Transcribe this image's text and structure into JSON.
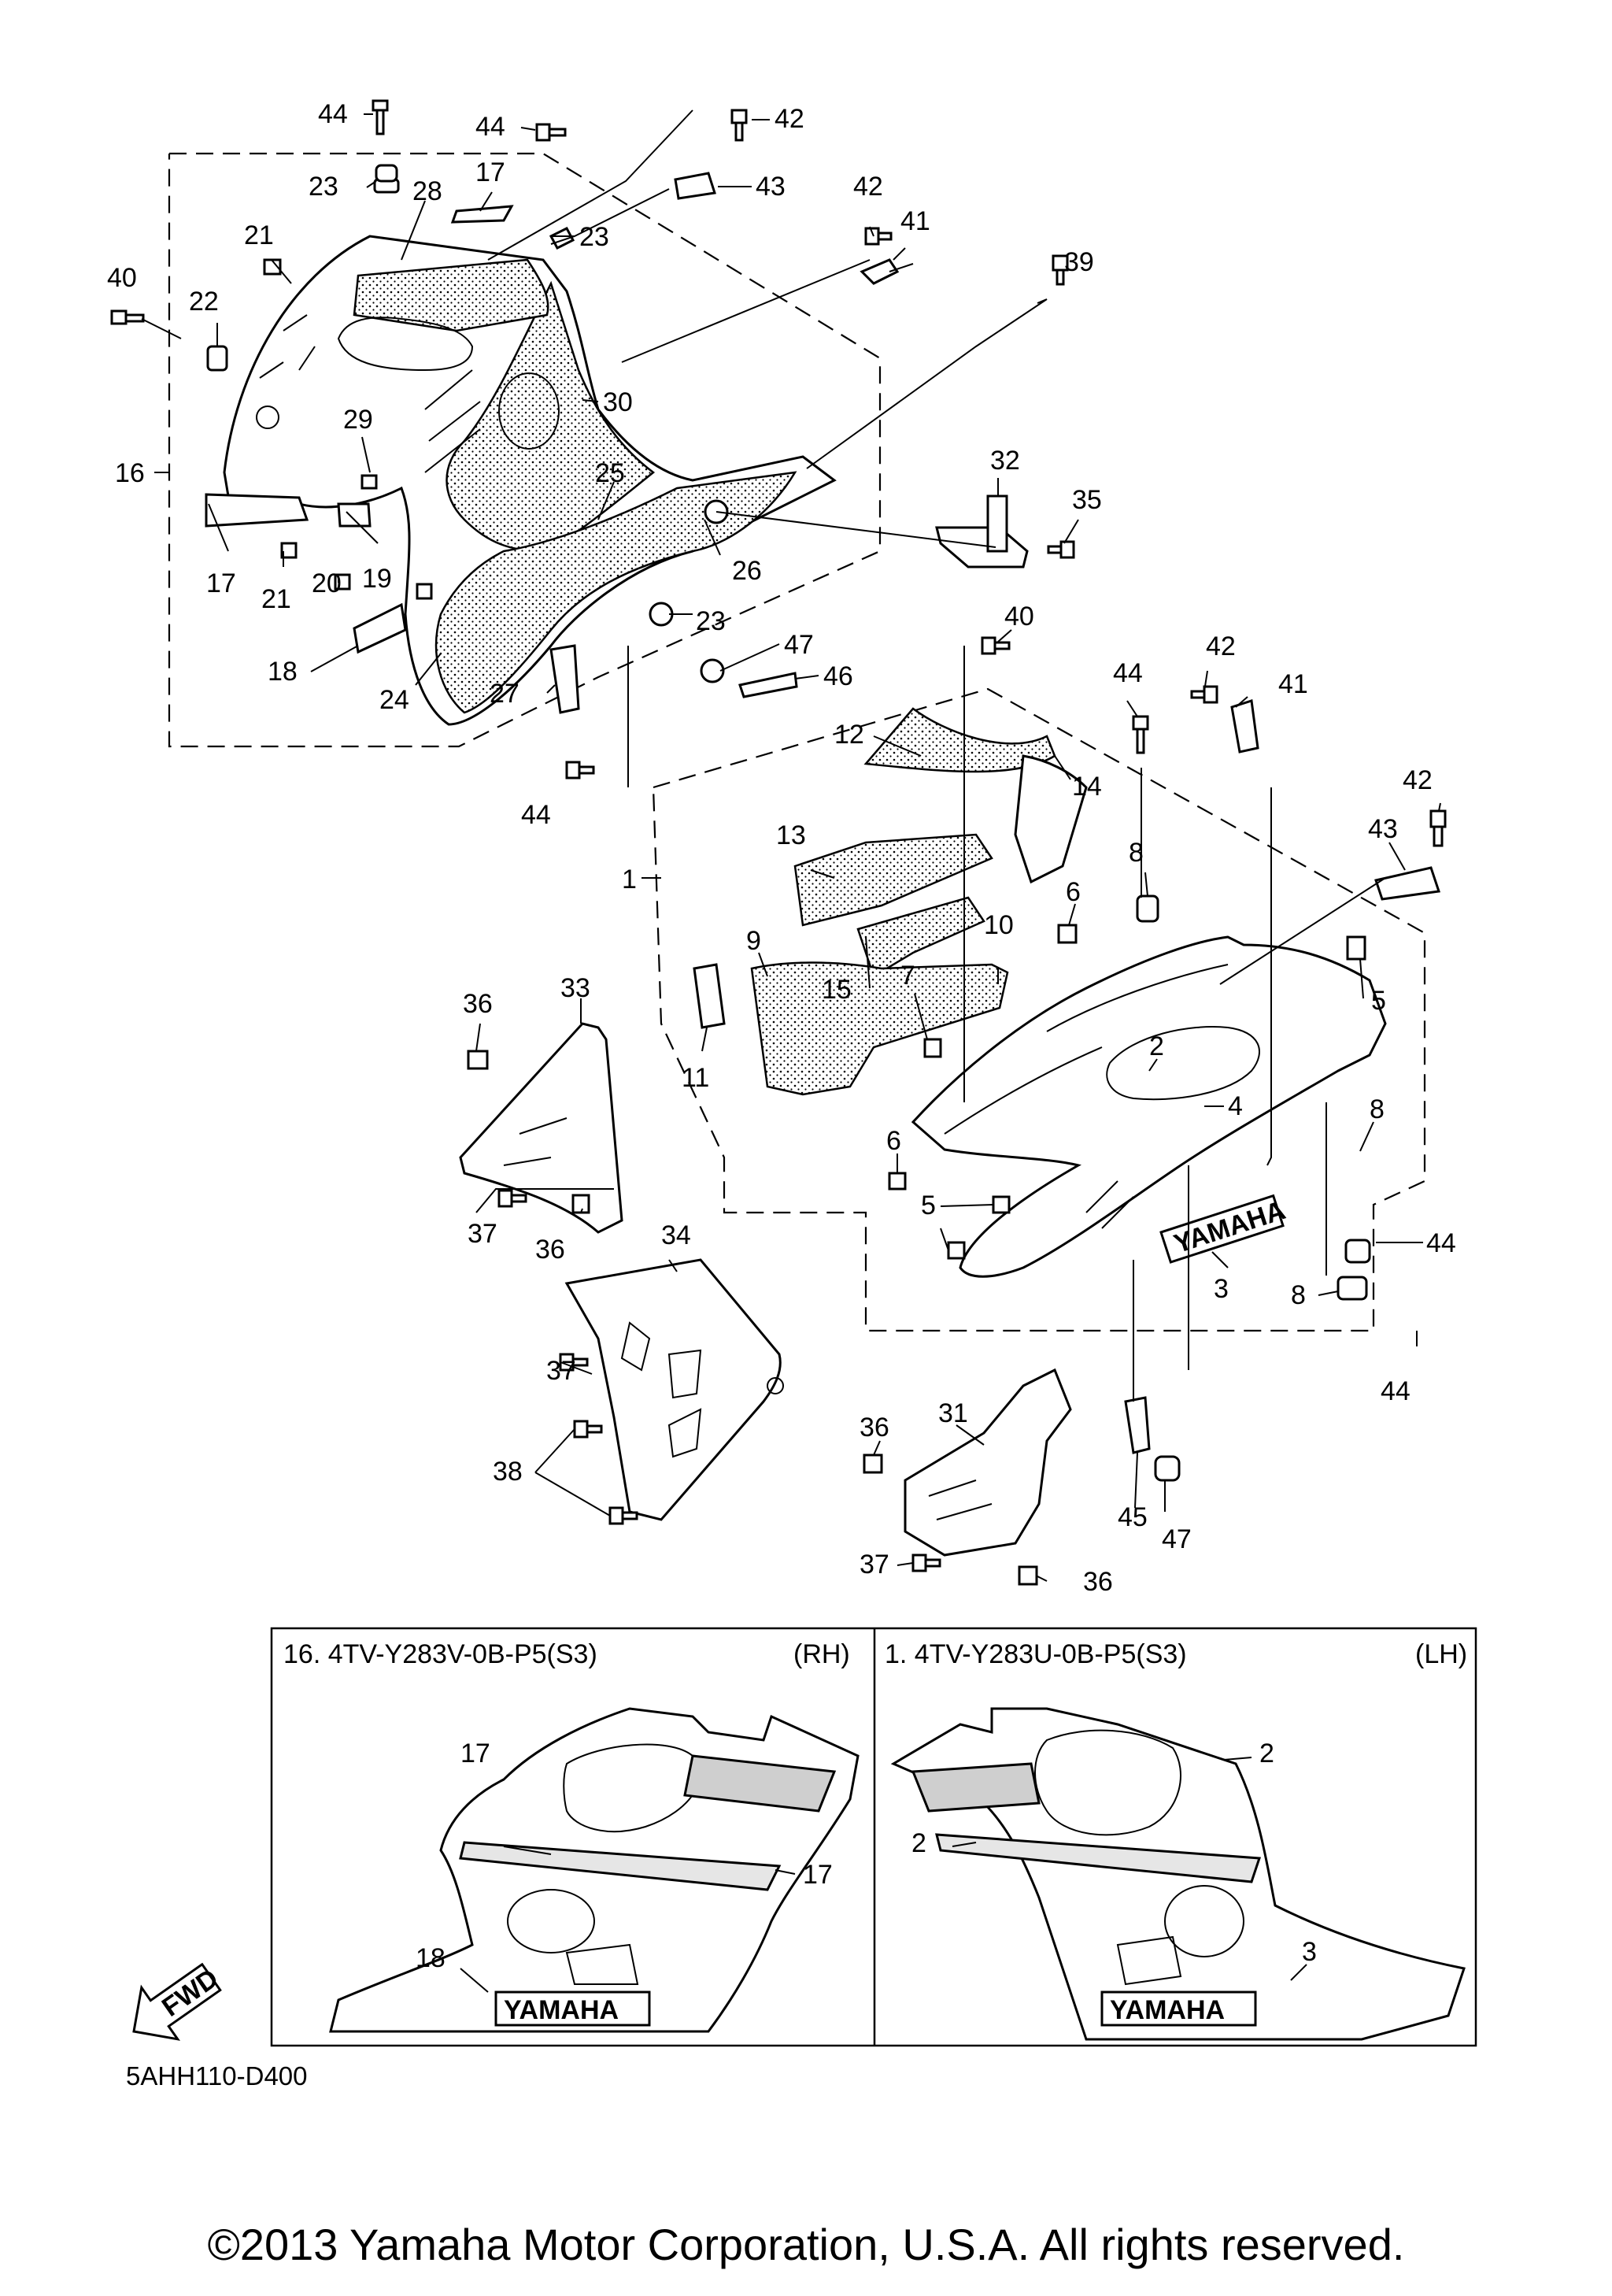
{
  "diagram": {
    "boxes": [
      {
        "id": "rh",
        "number_label": "16. 4TV-Y283V-0B-P5(S3)",
        "side": "(RH)"
      },
      {
        "id": "lh",
        "number_label": "1. 4TV-Y283U-0B-P5(S3)",
        "side": "(LH)"
      }
    ],
    "badge": "FWD",
    "brand_decal": "YAMAHA",
    "callouts": [
      {
        "id": "c44a",
        "text": "44"
      },
      {
        "id": "c44b",
        "text": "44"
      },
      {
        "id": "c42a",
        "text": "42"
      },
      {
        "id": "c43a",
        "text": "43"
      },
      {
        "id": "c23a",
        "text": "23"
      },
      {
        "id": "c28",
        "text": "28"
      },
      {
        "id": "c17a",
        "text": "17"
      },
      {
        "id": "c23b",
        "text": "23"
      },
      {
        "id": "c42b",
        "text": "42"
      },
      {
        "id": "c41a",
        "text": "41"
      },
      {
        "id": "c39",
        "text": "39"
      },
      {
        "id": "c21a",
        "text": "21"
      },
      {
        "id": "c40a",
        "text": "40"
      },
      {
        "id": "c22",
        "text": "22"
      },
      {
        "id": "c30",
        "text": "30"
      },
      {
        "id": "c29",
        "text": "29"
      },
      {
        "id": "c16",
        "text": "16"
      },
      {
        "id": "c25",
        "text": "25"
      },
      {
        "id": "c32",
        "text": "32"
      },
      {
        "id": "c35",
        "text": "35"
      },
      {
        "id": "c17b",
        "text": "17"
      },
      {
        "id": "c19",
        "text": "19"
      },
      {
        "id": "c21b",
        "text": "21"
      },
      {
        "id": "c26",
        "text": "26"
      },
      {
        "id": "c20",
        "text": "20"
      },
      {
        "id": "c23c",
        "text": "23"
      },
      {
        "id": "c40b",
        "text": "40"
      },
      {
        "id": "c18a",
        "text": "18"
      },
      {
        "id": "c47a",
        "text": "47"
      },
      {
        "id": "c46",
        "text": "46"
      },
      {
        "id": "c24",
        "text": "24"
      },
      {
        "id": "c27",
        "text": "27"
      },
      {
        "id": "c42c",
        "text": "42"
      },
      {
        "id": "c44c",
        "text": "44"
      },
      {
        "id": "c41b",
        "text": "41"
      },
      {
        "id": "c12",
        "text": "12"
      },
      {
        "id": "c44d",
        "text": "44"
      },
      {
        "id": "c14",
        "text": "14"
      },
      {
        "id": "c42d",
        "text": "42"
      },
      {
        "id": "c13",
        "text": "13"
      },
      {
        "id": "c8a",
        "text": "8"
      },
      {
        "id": "c43b",
        "text": "43"
      },
      {
        "id": "c1",
        "text": "1"
      },
      {
        "id": "c6a",
        "text": "6"
      },
      {
        "id": "c10",
        "text": "10"
      },
      {
        "id": "c9",
        "text": "9"
      },
      {
        "id": "c33",
        "text": "33"
      },
      {
        "id": "c7",
        "text": "7"
      },
      {
        "id": "c15",
        "text": "15"
      },
      {
        "id": "c5a",
        "text": "5"
      },
      {
        "id": "c36a",
        "text": "36"
      },
      {
        "id": "c2a",
        "text": "2"
      },
      {
        "id": "c11",
        "text": "11"
      },
      {
        "id": "c4",
        "text": "4"
      },
      {
        "id": "c8b",
        "text": "8"
      },
      {
        "id": "c6b",
        "text": "6"
      },
      {
        "id": "c5b",
        "text": "5"
      },
      {
        "id": "c37a",
        "text": "37"
      },
      {
        "id": "c36b",
        "text": "36"
      },
      {
        "id": "c34",
        "text": "34"
      },
      {
        "id": "c44e",
        "text": "44"
      },
      {
        "id": "c3a",
        "text": "3"
      },
      {
        "id": "c8c",
        "text": "8"
      },
      {
        "id": "c37b",
        "text": "37"
      },
      {
        "id": "c44f",
        "text": "44"
      },
      {
        "id": "c36c",
        "text": "36"
      },
      {
        "id": "c31",
        "text": "31"
      },
      {
        "id": "c38",
        "text": "38"
      },
      {
        "id": "c45",
        "text": "45"
      },
      {
        "id": "c47b",
        "text": "47"
      },
      {
        "id": "c37c",
        "text": "37"
      },
      {
        "id": "c36d",
        "text": "36"
      },
      {
        "id": "c17c",
        "text": "17"
      },
      {
        "id": "c17d",
        "text": "17"
      },
      {
        "id": "c18b",
        "text": "18"
      },
      {
        "id": "c2b",
        "text": "2"
      },
      {
        "id": "c2c",
        "text": "2"
      },
      {
        "id": "c3b",
        "text": "3"
      }
    ]
  },
  "footer": {
    "diagram_code": "5AHH110-D400",
    "copyright": "©2013 Yamaha Motor Corporation, U.S.A. All rights reserved."
  }
}
